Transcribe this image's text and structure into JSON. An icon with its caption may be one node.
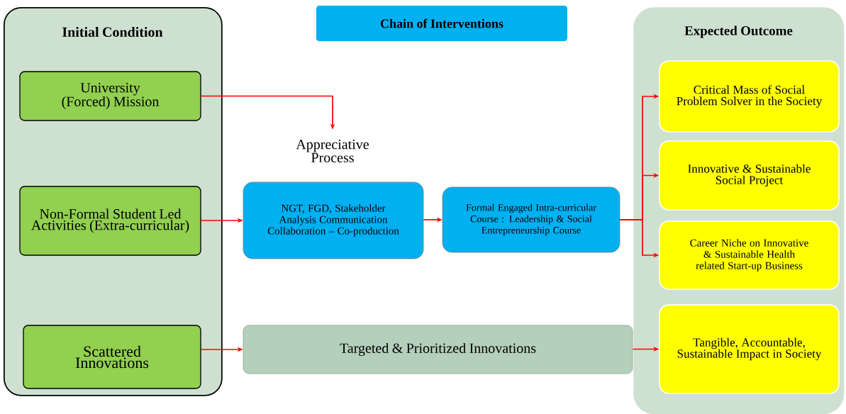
{
  "diagram": {
    "nodes": [
      {
        "text": [
          "Initial Condition"
        ]
      },
      {
        "text": [
          "University (Forced) Mission"
        ],
        "in": 0
      },
      {
        "text": [
          "Non-Formal Student Led Activities (Extra-curricular)"
        ],
        "in": 0
      },
      {
        "text": [
          "Scattered Innovations"
        ],
        "in": 0
      },
      {
        "text": [
          "Chain of Interventions"
        ]
      },
      {
        "text": [
          "Appreciative Process"
        ]
      },
      {
        "text": [
          "NGT, FGD, Stakeholder Analysis Communication Collaboration – Co-production"
        ]
      },
      {
        "text": [
          "Formal Engaged Intra-curricular Course : Leadership & Social Entrepreneurship Course"
        ]
      },
      {
        "text": [
          "Targeted & Prioritized Innovations"
        ]
      },
      {
        "text": [
          "Expected Outcome"
        ]
      },
      {
        "text": [
          "Critical Mass of Social Problem Solver in the Society"
        ],
        "in": 9
      },
      {
        "text": [
          "Innovative & Sustainable Social Project"
        ],
        "in": 9
      },
      {
        "text": [
          "Career Niche on Innovative & Sustainable Health related Start-up Business"
        ],
        "in": 9
      },
      {
        "text": [
          "Tangible, Accountable, Sustainable Impact in Society"
        ],
        "in": 9
      }
    ],
    "edges": [
      {
        "from": 1,
        "to": 5,
        "arrow": "to"
      },
      {
        "from": 2,
        "to": 6,
        "arrow": "to"
      },
      {
        "from": 6,
        "to": 7,
        "arrow": "to"
      },
      {
        "from": 7,
        "to": 10,
        "arrow": "to"
      },
      {
        "from": 7,
        "to": 11,
        "arrow": "to"
      },
      {
        "from": 7,
        "to": 12,
        "arrow": "to"
      },
      {
        "from": 3,
        "to": 8,
        "arrow": "to"
      },
      {
        "from": 8,
        "to": 13,
        "arrow": "to"
      }
    ]
  }
}
